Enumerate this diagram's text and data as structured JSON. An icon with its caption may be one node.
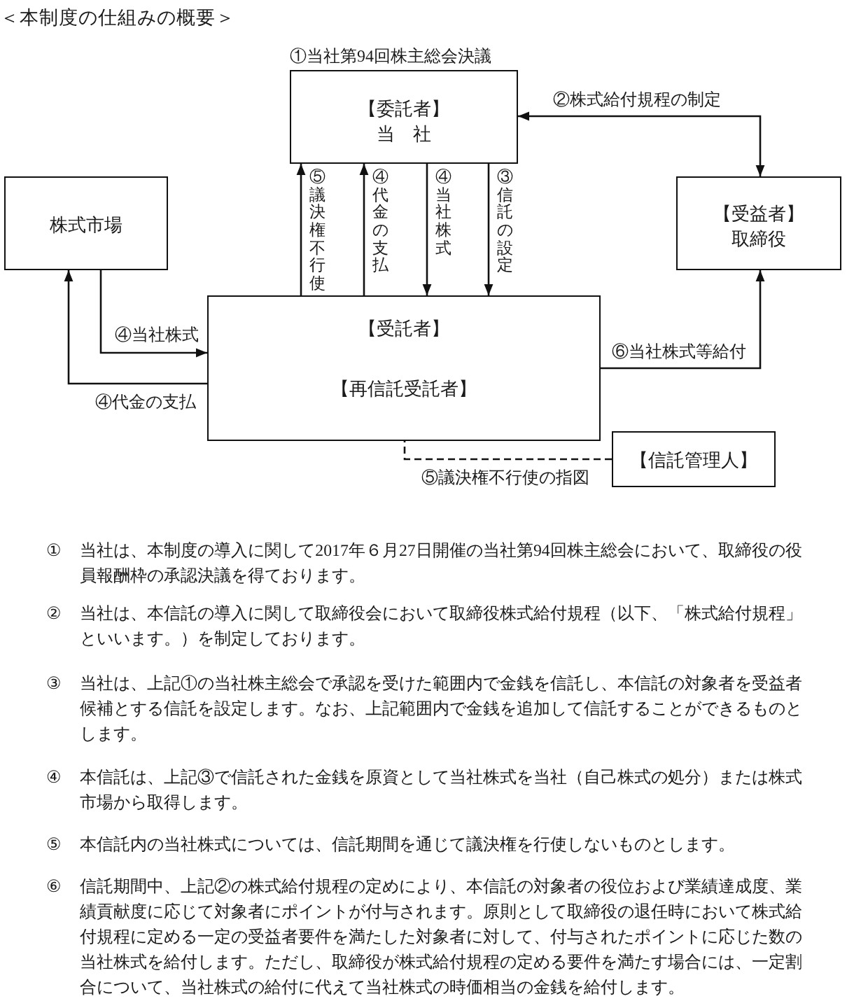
{
  "diagram": {
    "title": "＜本制度の仕組みの概要＞",
    "nodes": [
      {
        "text": [
          "【委託者】",
          "当　社"
        ],
        "beside": [
          "①当社第94回株主総会決議"
        ]
      },
      {
        "text": [
          "株式市場"
        ]
      },
      {
        "text": [
          "【受益者】",
          "取締役"
        ]
      },
      {
        "text": [
          "【受託者】",
          "【再信託受託者】"
        ]
      },
      {
        "text": [
          "【信託管理人】"
        ]
      }
    ],
    "edges": [
      {
        "from": 0,
        "to": 2,
        "arrow": "both",
        "label": "②株式給付規程の制定"
      },
      {
        "from": 3,
        "to": 0,
        "arrow": "to",
        "label": "⑤議決権不行使"
      },
      {
        "from": 3,
        "to": 0,
        "arrow": "to",
        "label": "④代金の支払"
      },
      {
        "from": 0,
        "to": 3,
        "arrow": "to",
        "label": "④当社株式"
      },
      {
        "from": 0,
        "to": 3,
        "arrow": "to",
        "label": "③信託の設定"
      },
      {
        "from": 1,
        "to": 3,
        "arrow": "to",
        "label": "④当社株式"
      },
      {
        "from": 3,
        "to": 1,
        "arrow": "to",
        "label": "④代金の支払"
      },
      {
        "from": 3,
        "to": 2,
        "arrow": "to",
        "label": "⑥当社株式等給付"
      },
      {
        "from": 4,
        "to": 3,
        "arrow": "none",
        "style": "dashed",
        "label": "⑤議決権不行使の指図"
      }
    ],
    "labels": [
      "①",
      "当社は、本制度の導入に関して2017年６月27日開催の当社第94回株主総会において、取締役の役員報酬枠の承認決議を得ております。",
      "②",
      "当社は、本信託の導入に関して取締役会において取締役株式給付規程（以下、「株式給付規程」といいます。）を制定しております。",
      "③",
      "当社は、上記①の当社株主総会で承認を受けた範囲内で金銭を信託し、本信託の対象者を受益者候補とする信託を設定します。なお、上記範囲内で金銭を追加して信託することができるものとします。",
      "④",
      "本信託は、上記③で信託された金銭を原資として当社株式を当社（自己株式の処分）または株式市場から取得します。",
      "⑤",
      "本信託内の当社株式については、信託期間を通じて議決権を行使しないものとします。",
      "⑥",
      "信託期間中、上記②の株式給付規程の定めにより、本信託の対象者の役位および業績達成度、業績貢献度に応じて対象者にポイントが付与されます。原則として取締役の退任時において株式給付規程に定める一定の受益者要件を満たした対象者に対して、付与されたポイントに応じた数の当社株式を給付します。ただし、取締役が株式給付規程の定める要件を満たす場合には、一定割合について、当社株式の給付に代えて当社株式の時価相当の金銭を給付します。"
    ]
  }
}
